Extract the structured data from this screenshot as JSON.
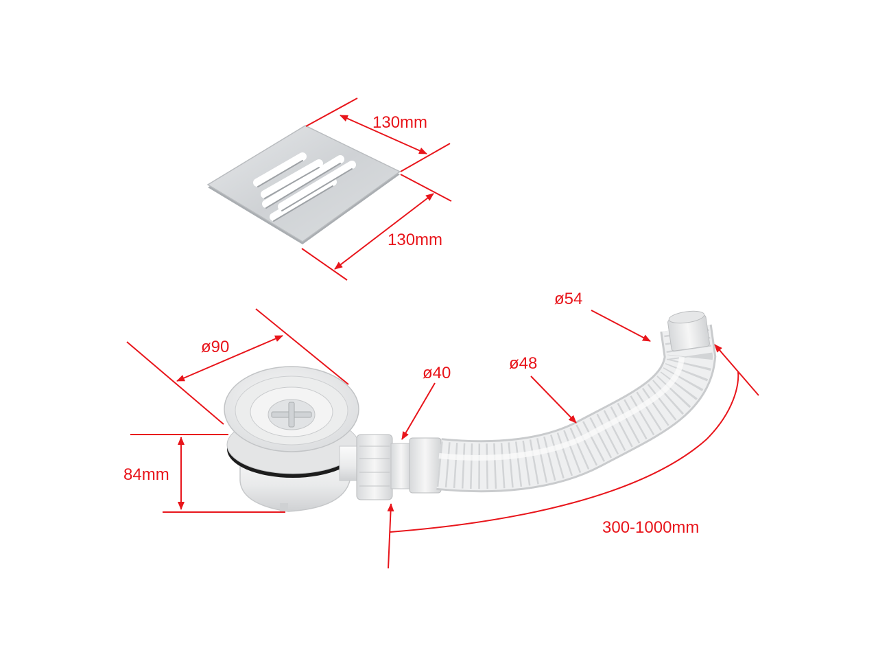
{
  "diagram": {
    "accent_color": "#e8151b",
    "components": [
      {
        "name": "grate-cover",
        "label": "stainless steel grate with slots"
      },
      {
        "name": "drain-trap",
        "label": "shower drain trap"
      },
      {
        "name": "flexible-hose",
        "label": "corrugated flexible hose"
      }
    ],
    "labels": {
      "grate_width": "130mm",
      "grate_depth": "130mm",
      "trap_diameter": "ø90",
      "trap_height": "84mm",
      "outlet_diameter": "ø40",
      "hose_diameter": "ø48",
      "hose_end_diameter": "ø54",
      "hose_length": "300-1000mm"
    }
  }
}
